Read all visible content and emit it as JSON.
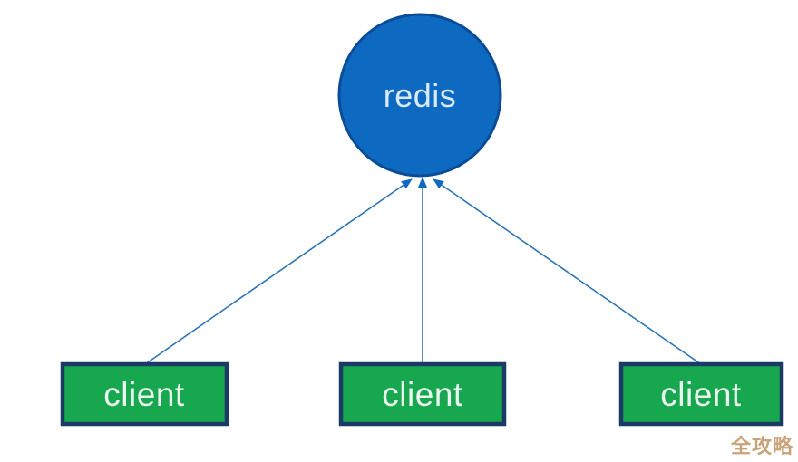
{
  "diagram": {
    "type": "topology",
    "server": {
      "label": "redis",
      "shape": "circle"
    },
    "clients": [
      {
        "label": "client"
      },
      {
        "label": "client"
      },
      {
        "label": "client"
      }
    ],
    "connections": [
      {
        "from": "client-1",
        "to": "redis",
        "arrow": "to-server"
      },
      {
        "from": "client-2",
        "to": "redis",
        "arrow": "to-server"
      },
      {
        "from": "client-3",
        "to": "redis",
        "arrow": "to-server"
      }
    ],
    "watermark": "全攻略",
    "colors": {
      "background": "#ffffff",
      "server_fill": "#0e6ac1",
      "server_border": "#0a4c97",
      "server_text": "#d9eafb",
      "client_fill": "#17a74e",
      "client_border": "#1b3a66",
      "client_text": "#eaf6ef",
      "connector": "#2e75b6",
      "arrowhead": "#0e6ac1",
      "watermark": "#c8a379"
    }
  }
}
